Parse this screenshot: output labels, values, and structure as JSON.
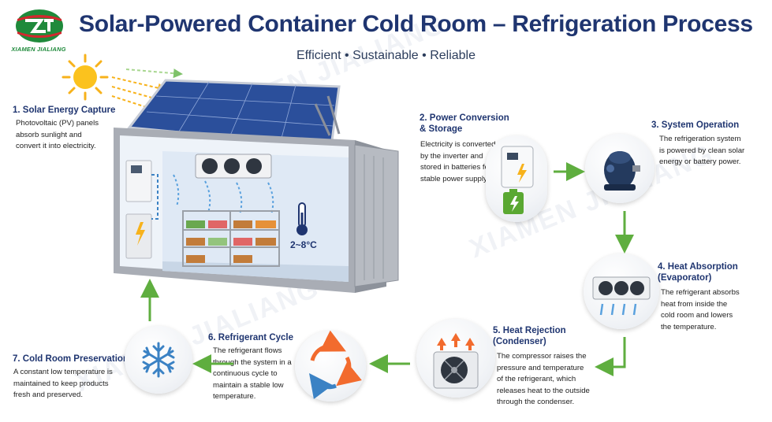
{
  "header": {
    "title": "Solar-Powered Container Cold Room – Refrigeration Process",
    "subtitle": "Efficient • Sustainable • Reliable",
    "logo_text": "XIAMEN JIALIANG"
  },
  "watermark": "XIAMEN JIALIANG",
  "container": {
    "temperature": "2~8°C"
  },
  "steps": [
    {
      "title": "1. Solar Energy Capture",
      "desc": "Photovoltaic (PV) panels absorb sunlight and convert it into electricity."
    },
    {
      "title": "2. Power Conversion & Storage",
      "desc": "Electricity is converted by the inverter and stored in batteries for stable power supply."
    },
    {
      "title": "3. System Operation",
      "desc": "The refrigeration system is powered by clean solar energy or battery power."
    },
    {
      "title": "4. Heat Absorption (Evaporator)",
      "desc": "The refrigerant absorbs heat from inside the cold room and lowers the temperature."
    },
    {
      "title": "5. Heat Rejection (Condenser)",
      "desc": "The compressor raises the pressure and temperature of the refrigerant, which releases heat to the outside through the condenser."
    },
    {
      "title": "6. Refrigerant Cycle",
      "desc": "The refrigerant flows through the system in a continuous cycle to maintain a stable low temperature."
    },
    {
      "title": "7. Cold Room Preservation",
      "desc": "A constant low temperature is maintained to keep products fresh and preserved."
    }
  ],
  "colors": {
    "title": "#1f3570",
    "arrow": "#5fae3f",
    "panel": "#2b4f9b",
    "sun": "#f7b21b",
    "logo": "#1f8a3b",
    "logo_red": "#d3272e"
  }
}
